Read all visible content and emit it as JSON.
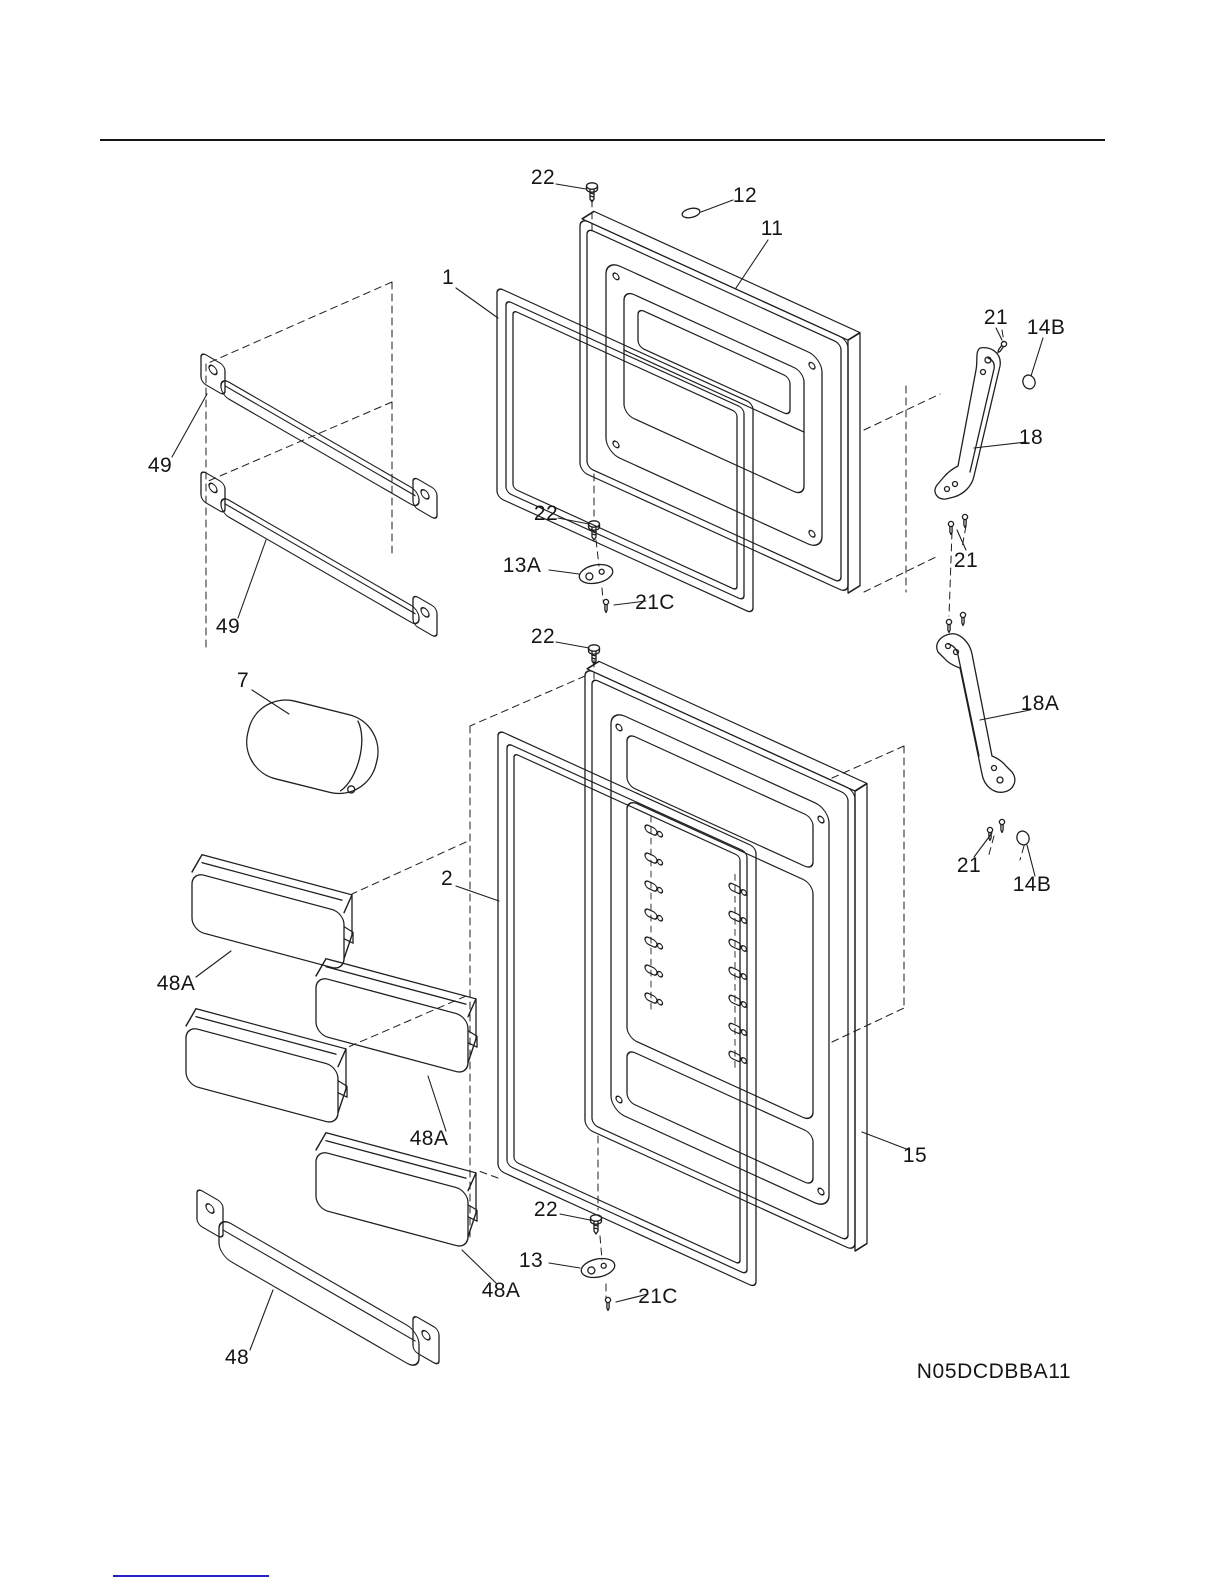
{
  "diagram": {
    "doc_code": "N05DCDBBA11",
    "callouts": {
      "screw_top": "22",
      "plug_top": "12",
      "freezer_door": "11",
      "freezer_gasket": "1",
      "handle_screw_top": "21",
      "plug_top_right": "14B",
      "freezer_handle": "18",
      "shelf_upper": "49",
      "screw_mid": "22",
      "grommet_upper": "13A",
      "screw_small_upper": "21C",
      "handle_screw_mid": "21",
      "shelf_lower": "49",
      "screw_food_top": "22",
      "butter_cover": "7",
      "food_handle": "18A",
      "food_gasket": "2",
      "handle_screw_bottom": "21",
      "plug_bottom_right": "14B",
      "bin_upper": "48A",
      "bin_middle": "48A",
      "food_door": "15",
      "screw_bottom": "22",
      "grommet_lower": "13",
      "screw_small_lower": "21C",
      "bin_lower": "48A",
      "shelf_bottom": "48"
    }
  }
}
